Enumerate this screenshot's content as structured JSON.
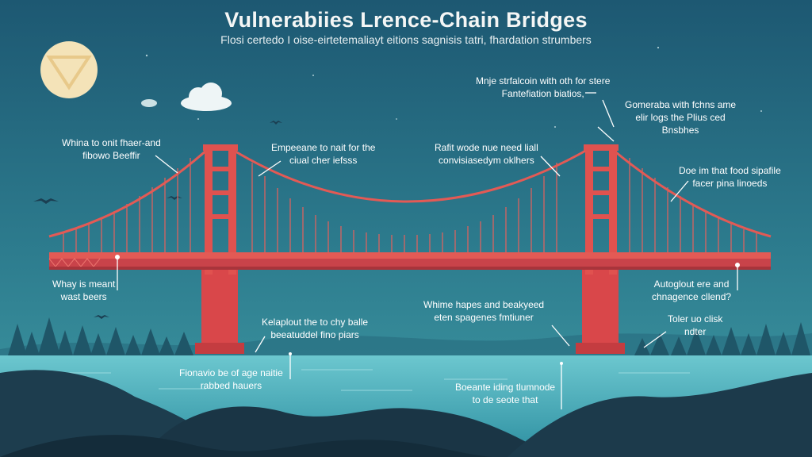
{
  "header": {
    "title": "Vulnerabiies Lrence-Chain Bridges",
    "subtitle": "Flosi certedo I oise-eirtetemaliayt eitions sagnisis tatri, fhardation strumbers"
  },
  "annotations": [
    {
      "id": "a1",
      "lines": [
        "Whina to onit fhaer-and",
        "fibowo Beeffir"
      ]
    },
    {
      "id": "a2",
      "lines": [
        "Empeeane to nait for the",
        "ciual cher iefsss"
      ]
    },
    {
      "id": "a3",
      "lines": [
        "Rafit wode nue need liall",
        "convisiasedym oklhers"
      ]
    },
    {
      "id": "a4",
      "lines": [
        "Mnje strfalcoin with oth for stere",
        "Fantefiation biatios,"
      ]
    },
    {
      "id": "a5",
      "lines": [
        "Gomeraba with fchns ame",
        "elir logs the Plius ced",
        "Bnsbhes"
      ]
    },
    {
      "id": "a6",
      "lines": [
        "Doe im that food sipafile",
        "facer pina linoeds"
      ]
    },
    {
      "id": "a7",
      "lines": [
        "Whay is meant",
        "wast beers"
      ]
    },
    {
      "id": "a8",
      "lines": [
        "Kelaplout the to chy balle",
        "beeatuddel fino piars"
      ]
    },
    {
      "id": "a9",
      "lines": [
        "Whime hapes and beakyeed",
        "eten spagenes fmtiuner"
      ]
    },
    {
      "id": "a10",
      "lines": [
        "Autoglout ere and",
        "chnagence cllend?"
      ]
    },
    {
      "id": "a11",
      "lines": [
        "Toler uo clisk",
        "ndter"
      ]
    },
    {
      "id": "a12",
      "lines": [
        "Fionavio be of age naitie",
        "rabbed hauers"
      ]
    },
    {
      "id": "a13",
      "lines": [
        "Boeante iding tlumnode",
        "to de seote that"
      ]
    }
  ],
  "colors": {
    "sky_top": "#1f5a74",
    "sky_bottom": "#3e97a2",
    "bridge_red": "#e0524f",
    "water": "#4db5c1",
    "hills": "#1c3b4c",
    "moon": "#f6e6c0"
  },
  "icons": [
    "moon-icon",
    "cloud-icon",
    "bird-icon",
    "tree-icon"
  ]
}
